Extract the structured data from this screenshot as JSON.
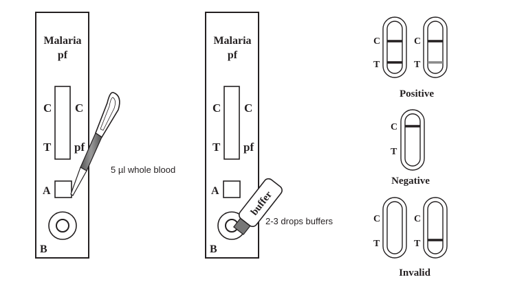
{
  "colors": {
    "stroke": "#231f20",
    "line_dark": "#231f20",
    "line_faint": "#8a8a8a",
    "pipette_grey": "#777777"
  },
  "cassette1": {
    "title_line1": "Malaria",
    "title_line2": "pf",
    "label_c_left": "C",
    "label_c_right": "C",
    "label_t_left": "T",
    "label_t_right": "pf",
    "label_a": "A",
    "label_b": "B"
  },
  "cassette2": {
    "title_line1": "Malaria",
    "title_line2": "pf",
    "label_c_left": "C",
    "label_c_right": "C",
    "label_t_left": "T",
    "label_t_right": "pf",
    "label_a": "A",
    "label_b": "B"
  },
  "step1_text": "5 µl whole blood",
  "step2_text": "2-3 drops buffers",
  "buffer_bottle_label": "buffer",
  "results": {
    "label_c": "C",
    "label_t": "T",
    "positive_label": "Positive",
    "negative_label": "Negative",
    "invalid_label": "Invalid"
  }
}
